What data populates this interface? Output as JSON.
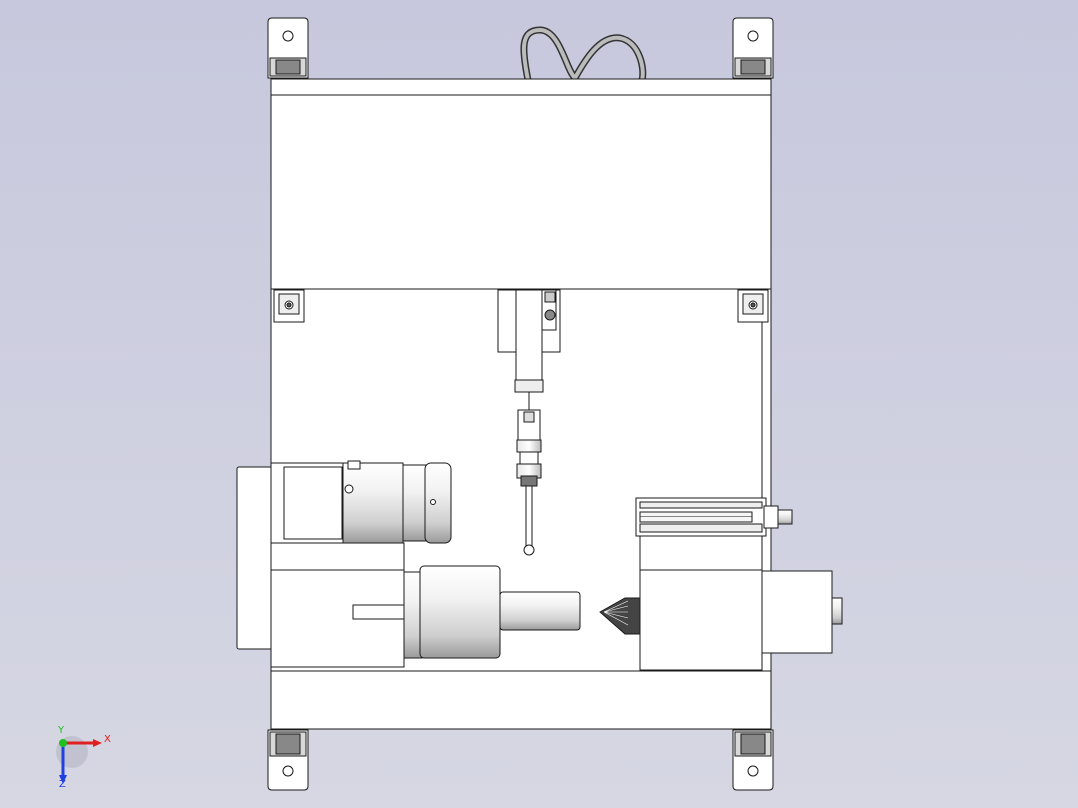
{
  "viewport": {
    "background_top": "#c7c8dd",
    "background_bottom": "#d6d7e3",
    "line_color": "#1a1a1a",
    "part_fill": "#ffffff"
  },
  "triad": {
    "x_label": "X",
    "y_label": "Y",
    "z_label": "Z",
    "x_color": "#e02020",
    "y_color": "#20c020",
    "z_color": "#2040e0"
  }
}
